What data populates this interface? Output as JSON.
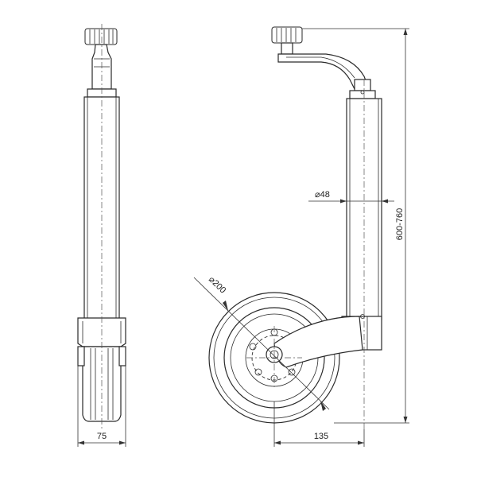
{
  "dimensions": {
    "width_front": "75",
    "wheel_offset": "135",
    "tube_diameter": "⌀48",
    "wheel_diameter": "⌀200",
    "height_range": "600-760"
  }
}
